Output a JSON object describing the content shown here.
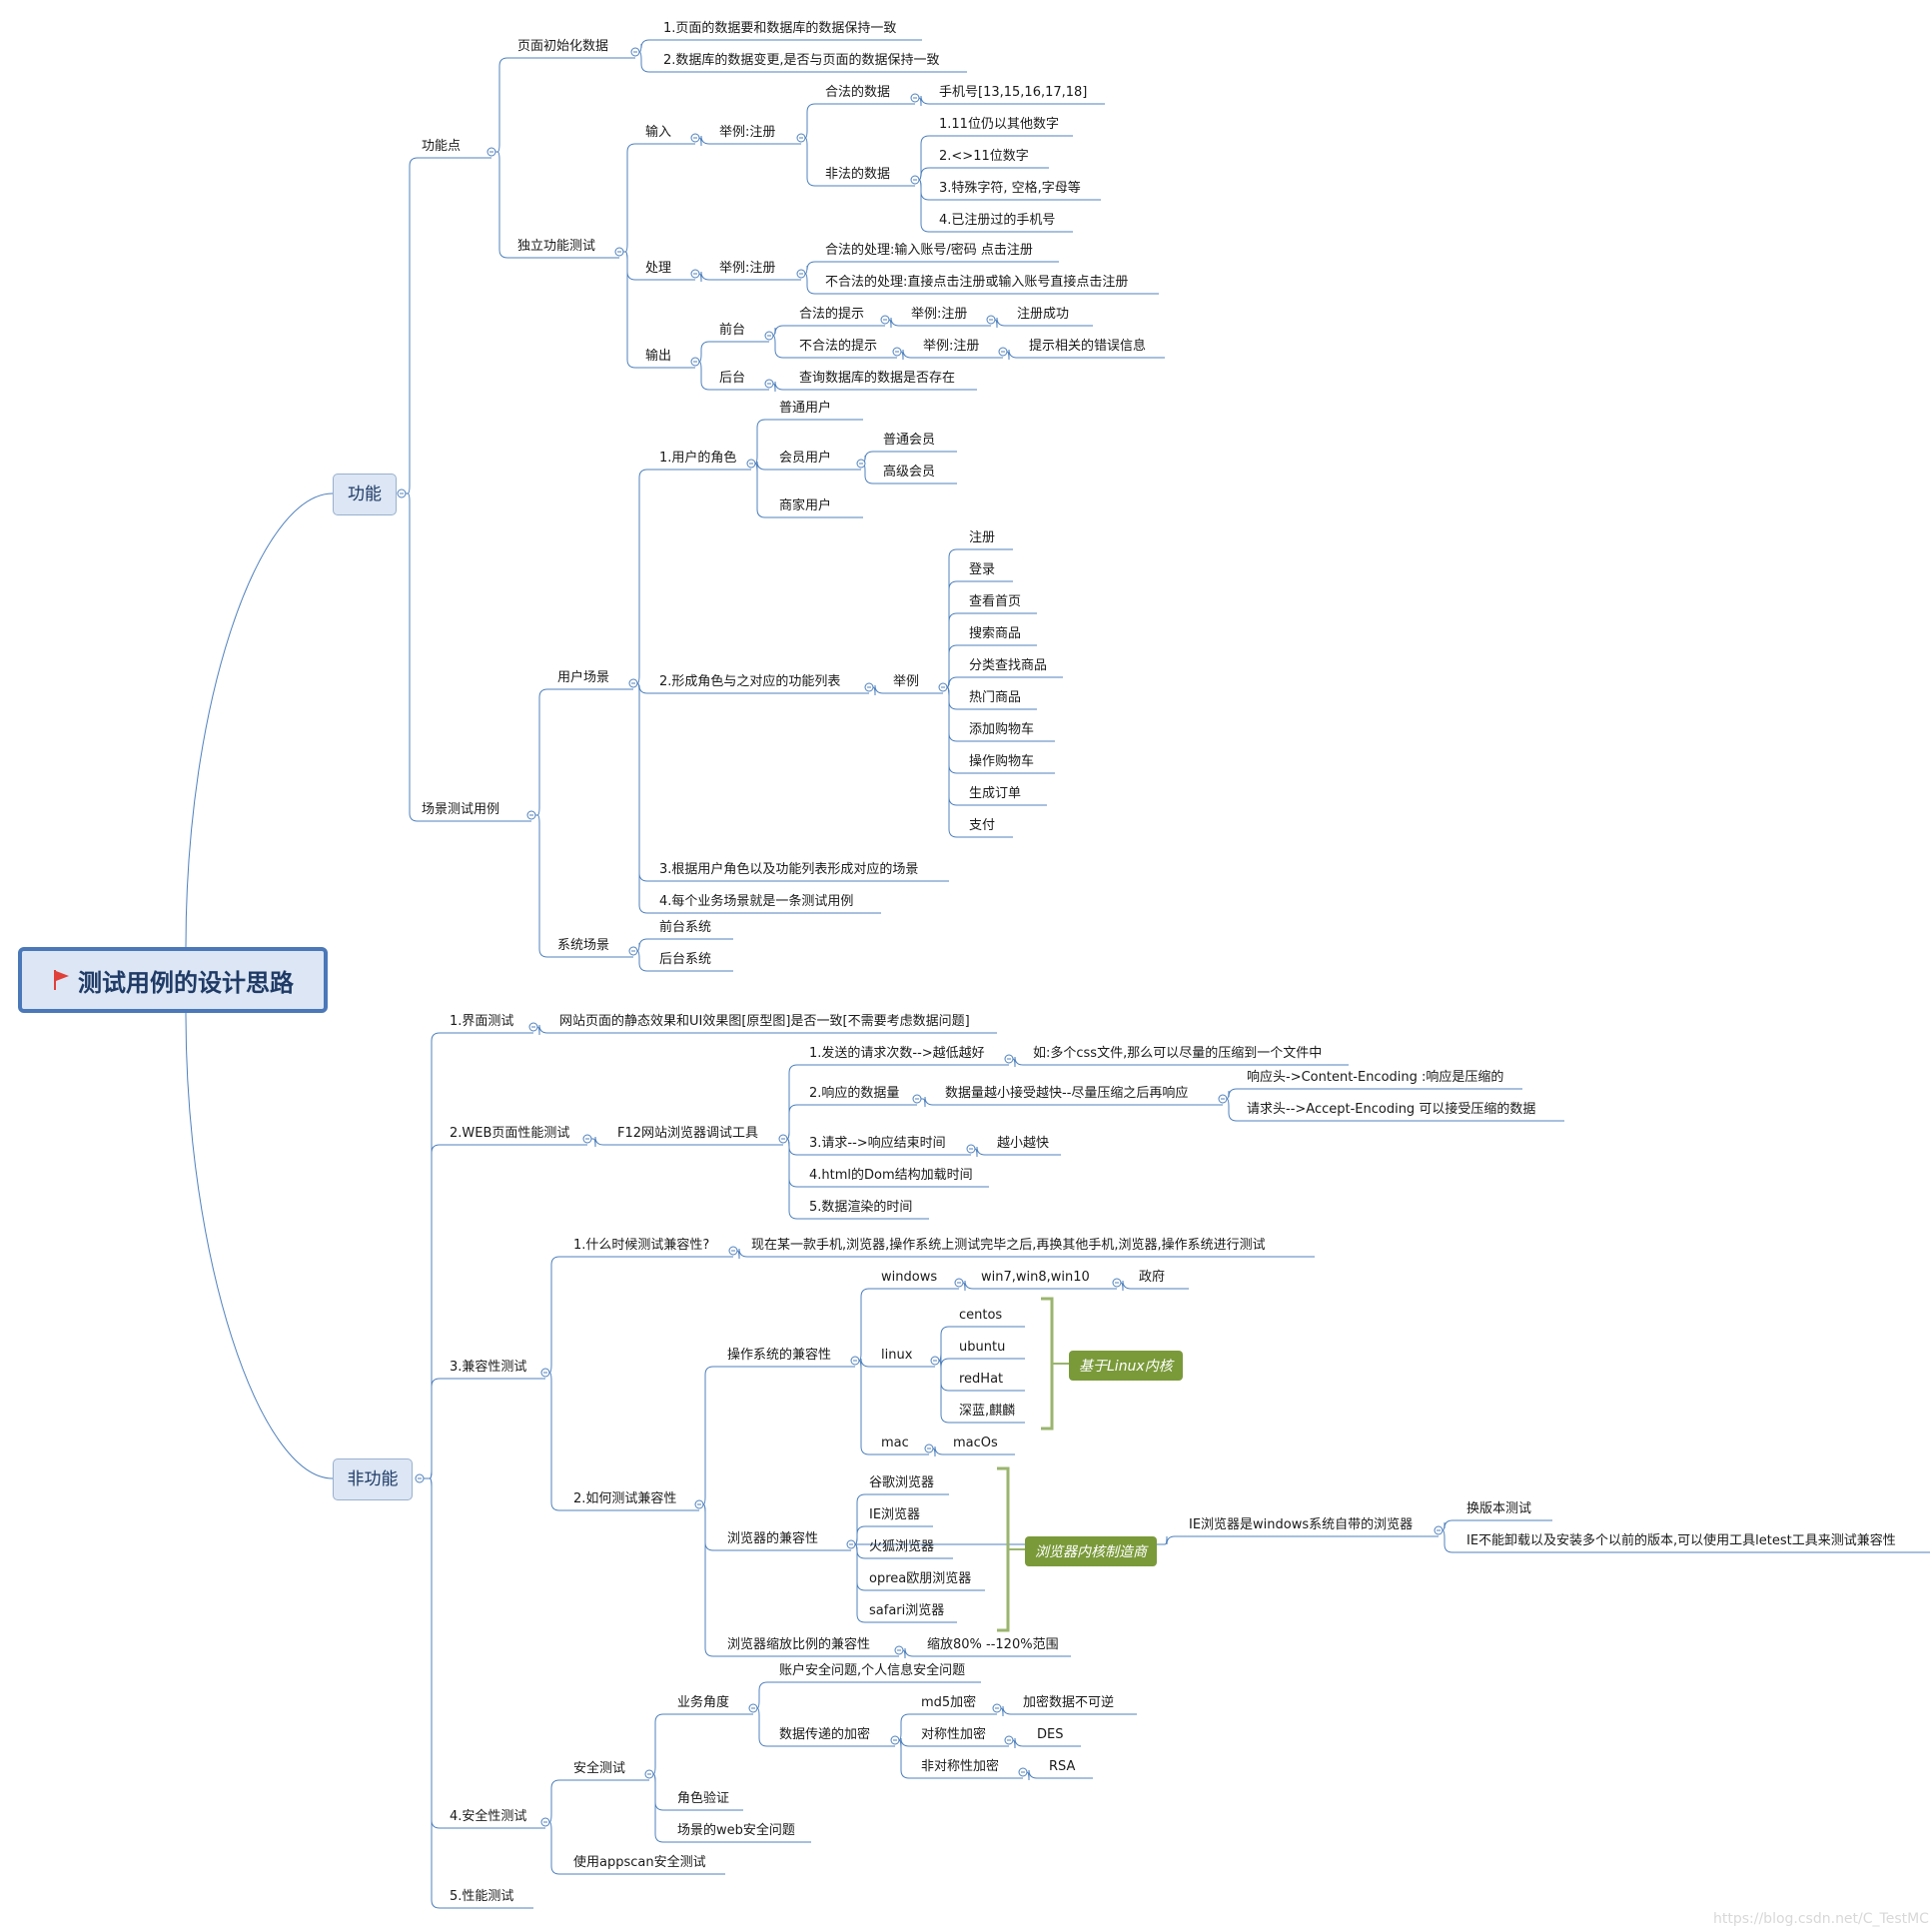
{
  "root_title": "测试用例的设计思路",
  "branch_functional": "功能",
  "branch_nonfunctional": "非功能",
  "feature_points": "功能点",
  "page_init_data": "页面初始化数据",
  "page_init_1": "1.页面的数据要和数据库的数据保持一致",
  "page_init_2": "2.数据库的数据变更,是否与页面的数据保持一致",
  "independent_test": "独立功能测试",
  "input": "输入",
  "example_register": "举例:注册",
  "valid_data": "合法的数据",
  "phone_prefix": "手机号[13,15,16,17,18]",
  "invalid_data": "非法的数据",
  "invalid_1": "1.11位仍以其他数字",
  "invalid_2": "2.<>11位数字",
  "invalid_3": "3.特殊字符, 空格,字母等",
  "invalid_4": "4.已注册过的手机号",
  "process": "处理",
  "process_valid": "合法的处理:输入账号/密码 点击注册",
  "process_invalid": "不合法的处理:直接点击注册或输入账号直接点击注册",
  "output": "输出",
  "frontend": "前台",
  "valid_hint": "合法的提示",
  "register_success": "注册成功",
  "invalid_hint": "不合法的提示",
  "show_error": "提示相关的错误信息",
  "backend": "后台",
  "query_db": "查询数据库的数据是否存在",
  "scenario_test": "场景测试用例",
  "user_scenario": "用户场景",
  "user_roles": "1.用户的角色",
  "normal_user": "普通用户",
  "member_user": "会员用户",
  "normal_member": "普通会员",
  "senior_member": "高级会员",
  "merchant_user": "商家用户",
  "role_func_list": "2.形成角色与之对应的功能列表",
  "example": "举例",
  "features": [
    "注册",
    "登录",
    "查看首页",
    "搜索商品",
    "分类查找商品",
    "热门商品",
    "添加购物车",
    "操作购物车",
    "生成订单",
    "支付"
  ],
  "scenario_3": "3.根据用户角色以及功能列表形成对应的场景",
  "scenario_4": "4.每个业务场景就是一条测试用例",
  "system_scenario": "系统场景",
  "front_system": "前台系统",
  "back_system": "后台系统",
  "ui_test": "1.界面测试",
  "ui_test_desc": "网站页面的静态效果和UI效果图[原型图]是否一致[不需要考虑数据问题]",
  "web_perf": "2.WEB页面性能测试",
  "f12_tool": "F12网站浏览器调试工具",
  "perf_1": "1.发送的请求次数-->越低越好",
  "perf_1_ex": "如:多个css文件,那么可以尽量的压缩到一个文件中",
  "perf_2": "2.响应的数据量",
  "perf_2_desc": "数据量越小接受越快--尽量压缩之后再响应",
  "resp_header": "响应头->Content-Encoding :响应是压缩的",
  "req_header": "请求头-->Accept-Encoding 可以接受压缩的数据",
  "perf_3": "3.请求-->响应结束时间",
  "perf_3_desc": "越小越快",
  "perf_4": "4.html的Dom结构加载时间",
  "perf_5": "5.数据渲染的时间",
  "compat_test": "3.兼容性测试",
  "when_compat": "1.什么时候测试兼容性?",
  "when_compat_desc": "现在某一款手机,浏览器,操作系统上测试完毕之后,再换其他手机,浏览器,操作系统进行测试",
  "how_compat": "2.如何测试兼容性",
  "os_compat": "操作系统的兼容性",
  "windows": "windows",
  "win_versions": "win7,win8,win10",
  "government": "政府",
  "linux": "linux",
  "linux_distros": [
    "centos",
    "ubuntu",
    "redHat",
    "深蓝,麒麟"
  ],
  "linux_kernel_tag": "基于Linux内核",
  "mac": "mac",
  "macos": "macOs",
  "browser_compat": "浏览器的兼容性",
  "browsers": [
    "谷歌浏览器",
    "IE浏览器",
    "火狐浏览器",
    "oprea欧朋浏览器",
    "safari浏览器"
  ],
  "browser_kernel_tag": "浏览器内核制造商",
  "ie_builtin": "IE浏览器是windows系统自带的浏览器",
  "switch_version": "换版本测试",
  "ie_note": "IE不能卸载以及安装多个以前的版本,可以使用工具letest工具来测试兼容性",
  "zoom_compat": "浏览器缩放比例的兼容性",
  "zoom_range": "缩放80% --120%范围",
  "security_test": "4.安全性测试",
  "security": "安全测试",
  "business_view": "业务角度",
  "account_security": "账户安全问题,个人信息安全问题",
  "data_encryption": "数据传递的加密",
  "md5": "md5加密",
  "irreversible": "加密数据不可逆",
  "symmetric": "对称性加密",
  "des": "DES",
  "asymmetric": "非对称性加密",
  "rsa": "RSA",
  "role_verify": "角色验证",
  "web_security": "场景的web安全问题",
  "appscan": "使用appscan安全测试",
  "perf_test": "5.性能测试",
  "watermark": "https://blog.csdn.net/C_TestMC",
  "colors": {
    "line": "#4f81bd",
    "bracket": "#9ab56e",
    "tag": "#7a9a3a",
    "root_border": "#4a78b8",
    "flag": "#e0403a"
  }
}
